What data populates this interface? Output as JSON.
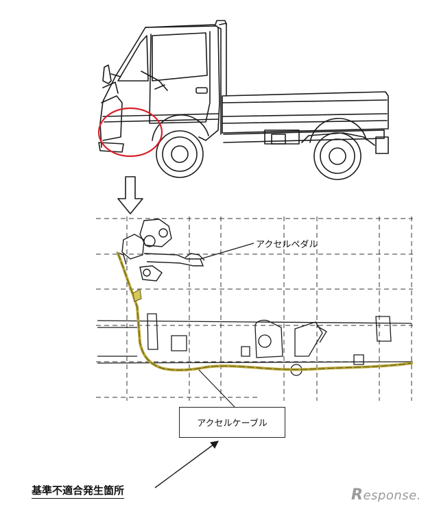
{
  "labels": {
    "accelerator_pedal": "アクセルペダル",
    "accelerator_cable": "アクセルケーブル",
    "nonconforming_location": "基準不適合発生箇所"
  },
  "watermark": {
    "initial": "R",
    "rest": "esponse."
  },
  "colors": {
    "highlight_circle": "#d9202a",
    "cable": "#b8a637",
    "line_art": "#1a1a1a",
    "watermark": "#9a9a9a"
  }
}
